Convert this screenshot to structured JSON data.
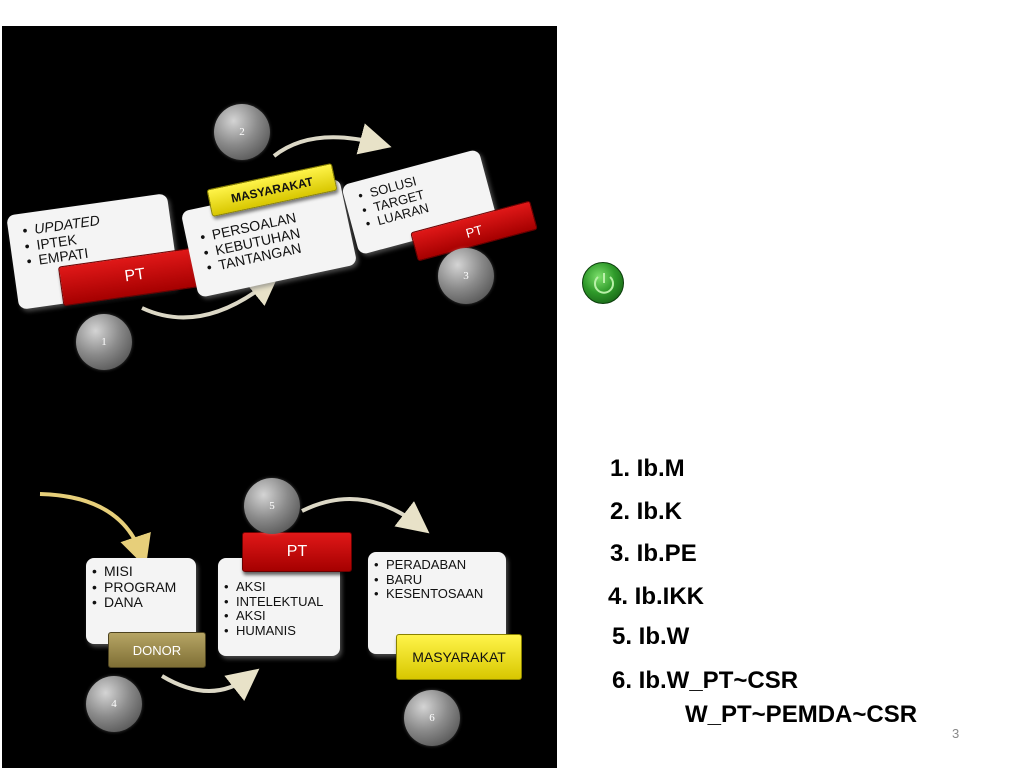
{
  "diagram_top": {
    "card_left": {
      "items": [
        "UPDATED",
        "IPTEK",
        "EMPATI"
      ],
      "italic": [
        true,
        false,
        false
      ]
    },
    "pt_left": "PT",
    "masyarakat_top": "MASYARAKAT",
    "card_middle": {
      "items": [
        "PERSOALAN",
        "KEBUTUHAN",
        "TANTANGAN"
      ]
    },
    "card_right": {
      "items": [
        "SOLUSI",
        "TARGET",
        "LUARAN"
      ],
      "continued": [
        false,
        false,
        true
      ]
    },
    "pt_right": "PT",
    "steps": [
      "1",
      "2",
      "3"
    ]
  },
  "diagram_bottom": {
    "card_left": {
      "items": [
        "MISI",
        "PROGRAM",
        "DANA"
      ]
    },
    "donor": "DONOR",
    "pt_top": "PT",
    "card_middle": {
      "items": [
        "AKSI",
        "INTELEKTUAL",
        "AKSI",
        "HUMANIS"
      ],
      "continued": [
        false,
        true,
        false,
        true
      ]
    },
    "card_right": {
      "items": [
        "PERADABAN",
        "BARU",
        "KESENTOSAAN"
      ],
      "continued": [
        false,
        true,
        false
      ]
    },
    "masyarakat_bottom": "MASYARAKAT",
    "steps": [
      "4",
      "5",
      "6"
    ]
  },
  "list": {
    "items": [
      "1. Ib.M",
      "2. Ib.K",
      "3. Ib.PE",
      "4. Ib.IKK",
      "5. Ib.W",
      "6. Ib.W_PT~CSR"
    ],
    "extra": "W_PT~PEMDA~CSR"
  },
  "slide_number": "3",
  "colors": {
    "panel": "#000000",
    "red": "#c30000",
    "yellow": "#f5e81c",
    "donor": "#9a8a4c",
    "power": "#2f9a2a"
  },
  "icons": {
    "power_button": "power-icon"
  }
}
